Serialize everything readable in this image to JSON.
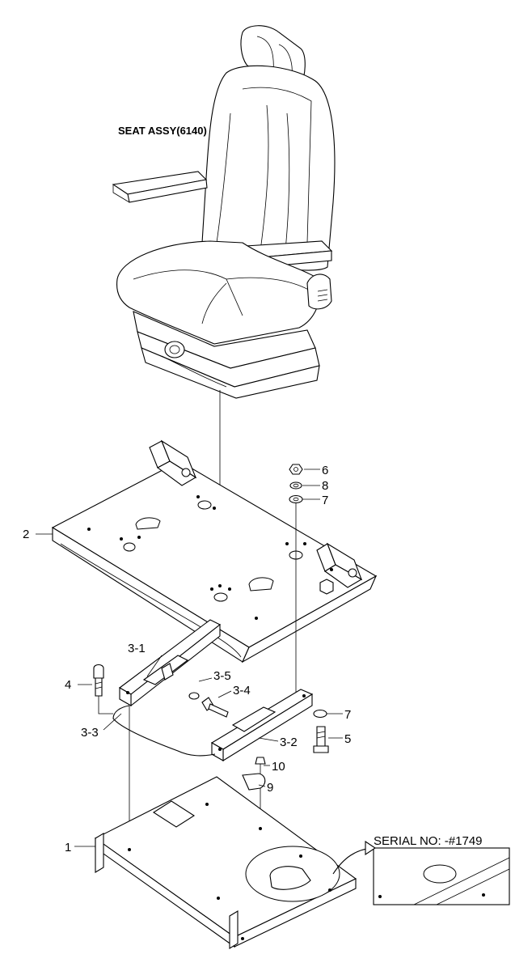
{
  "diagram": {
    "seat_title": "SEAT ASSY(6140)",
    "serial_label": "SERIAL NO: -#1749",
    "callouts": {
      "part_1": "1",
      "part_2": "2",
      "part_3_1": "3-1",
      "part_3_2": "3-2",
      "part_3_3": "3-3",
      "part_3_4": "3-4",
      "part_3_5": "3-5",
      "part_4": "4",
      "part_5": "5",
      "part_6": "6",
      "part_7_top": "7",
      "part_7_lower": "7",
      "part_8": "8",
      "part_9": "9",
      "part_10": "10"
    }
  }
}
